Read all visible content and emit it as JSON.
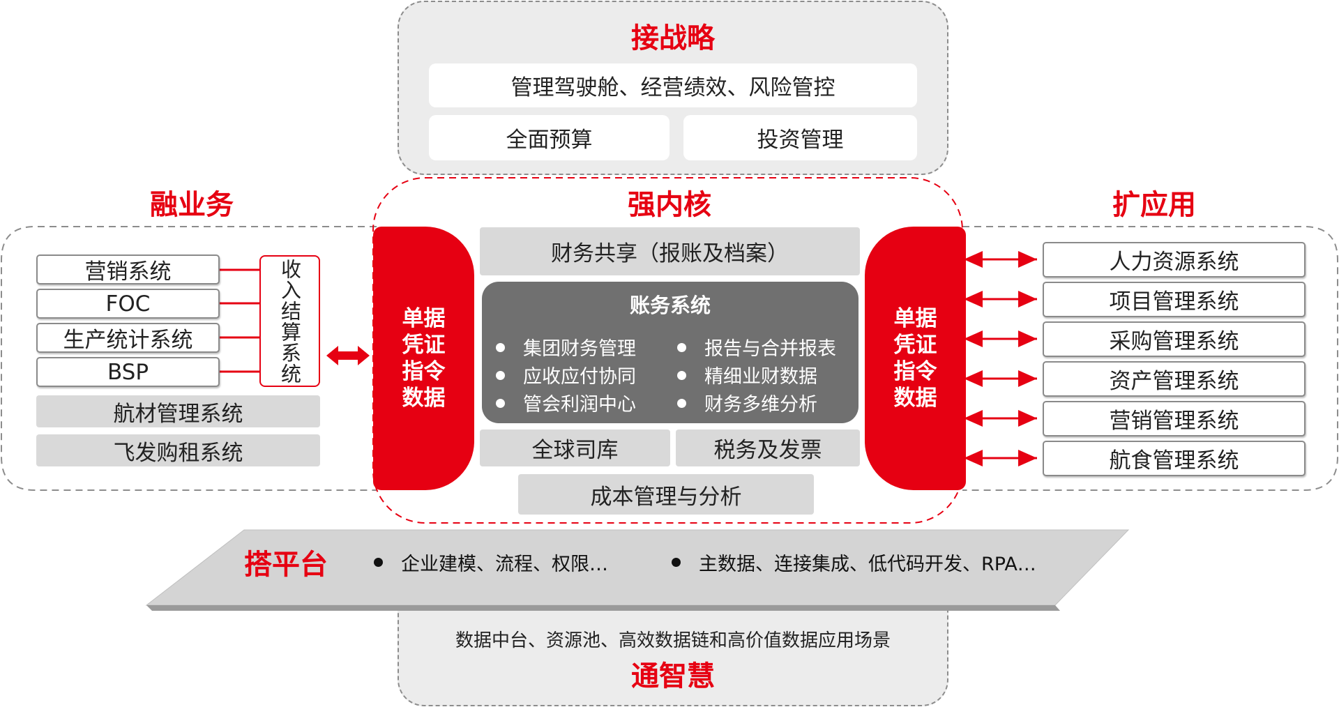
{
  "strategy": {
    "title": "接战略",
    "row1": "管理驾驶舱、经营绩效、风险管控",
    "budget": "全面预算",
    "investment": "投资管理"
  },
  "core": {
    "title": "强内核",
    "shared": "财务共享（报账及档案）",
    "accounting": {
      "title": "账务系统",
      "left_items": [
        "集团财务管理",
        "应收应付协同",
        "管会利润中心"
      ],
      "right_items": [
        "报告与合并报表",
        "精细业财数据",
        "财务多维分析"
      ]
    },
    "treasury": "全球司库",
    "tax": "税务及发票",
    "cost": "成本管理与分析",
    "left_pill": "单据\n凭证\n指令\n数据",
    "right_pill": "单据\n凭证\n指令\n数据"
  },
  "business": {
    "title": "融业务",
    "systems": [
      "营销系统",
      "FOC",
      "生产统计系统",
      "BSP"
    ],
    "settlement": "收入结算系统",
    "grey_systems": [
      "航材管理系统",
      "飞发购租系统"
    ]
  },
  "apps": {
    "title": "扩应用",
    "systems": [
      "人力资源系统",
      "项目管理系统",
      "采购管理系统",
      "资产管理系统",
      "营销管理系统",
      "航食管理系统"
    ]
  },
  "platform": {
    "title": "搭平台",
    "item1": "企业建模、流程、权限…",
    "item2": "主数据、连接集成、低代码开发、RPA…"
  },
  "wisdom": {
    "subtitle": "数据中台、资源池、高效数据链和高价值数据应用场景",
    "title": "通智慧"
  },
  "colors": {
    "accent": "#e60012",
    "panel": "#ececec",
    "grey_box": "#d9d9d9",
    "dark_box": "#707070"
  }
}
